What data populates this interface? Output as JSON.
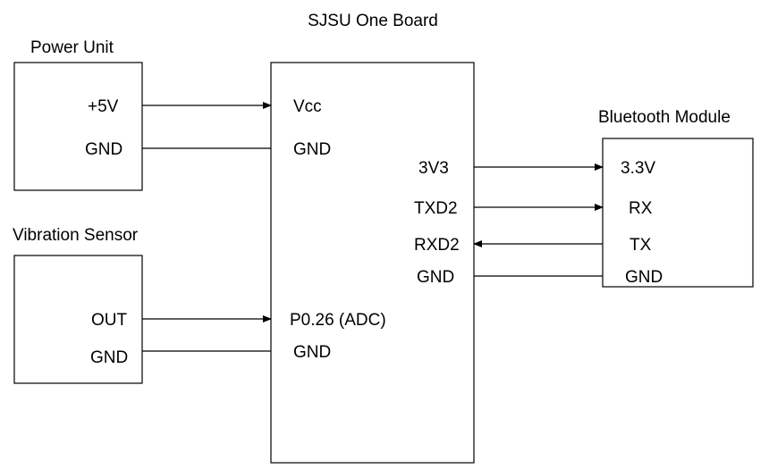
{
  "diagram": {
    "main_board": {
      "title": "SJSU One Board",
      "pins": {
        "vcc": "Vcc",
        "gnd_power": "GND",
        "v3v3": "3V3",
        "txd2": "TXD2",
        "rxd2": "RXD2",
        "gnd_bt": "GND",
        "p026": "P0.26 (ADC)",
        "gnd_sensor": "GND"
      }
    },
    "power_unit": {
      "title": "Power Unit",
      "pins": {
        "plus5v": "+5V",
        "gnd": "GND"
      }
    },
    "vibration_sensor": {
      "title": "Vibration Sensor",
      "pins": {
        "out": "OUT",
        "gnd": "GND"
      }
    },
    "bluetooth_module": {
      "title": "Bluetooth Module",
      "pins": {
        "v33": "3.3V",
        "rx": "RX",
        "tx": "TX",
        "gnd": "GND"
      }
    },
    "connections": [
      {
        "from": "+5V",
        "to": "Vcc",
        "arrow": "to-board"
      },
      {
        "from": "GND",
        "to": "GND",
        "arrow": "none"
      },
      {
        "from": "OUT",
        "to": "P0.26 (ADC)",
        "arrow": "to-board"
      },
      {
        "from": "GND",
        "to": "GND",
        "arrow": "none"
      },
      {
        "from": "3V3",
        "to": "3.3V",
        "arrow": "to-module"
      },
      {
        "from": "TXD2",
        "to": "RX",
        "arrow": "to-module"
      },
      {
        "from": "TX",
        "to": "RXD2",
        "arrow": "to-board"
      },
      {
        "from": "GND",
        "to": "GND",
        "arrow": "none"
      }
    ]
  }
}
